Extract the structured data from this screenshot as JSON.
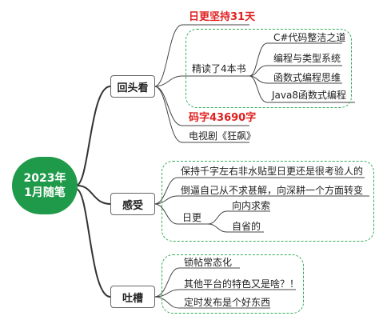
{
  "root": {
    "line1": "2023年",
    "line2": "1月随笔"
  },
  "branches": {
    "review": {
      "label": "回头看",
      "streak": "日更坚持31天",
      "reading": "精读了4本书",
      "books": [
        "C#代码整洁之道",
        "编程与类型系统",
        "函数式编程思维",
        "Java8函数式编程"
      ],
      "word_count": "码字43690字",
      "tv": "电视剧《狂飙》"
    },
    "feelings": {
      "label": "感受",
      "items": [
        "保持千字左右非水贴型日更还是很考验人的",
        "倒逼自己从不求甚解，向深耕一个方面转变"
      ],
      "daily": "日更",
      "daily_children": [
        "向内求索",
        "自省的"
      ]
    },
    "rant": {
      "label": "吐槽",
      "items": [
        "锁帖常态化",
        "其他平台的特色又是啥？！",
        "定时发布是个好东西"
      ]
    }
  },
  "colors": {
    "root": "#1f9a4a",
    "dashed": "#2eab59",
    "highlight": "#e02020",
    "line": "#333333"
  }
}
